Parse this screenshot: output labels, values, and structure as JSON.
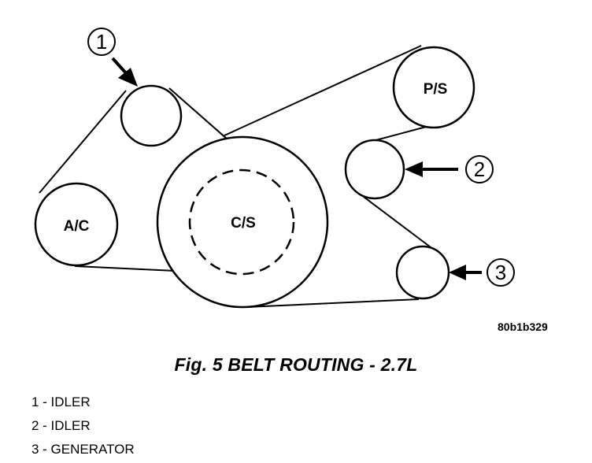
{
  "pulleys": {
    "ac": "A/C",
    "cs": "C/S",
    "ps": "P/S"
  },
  "callouts": {
    "c1": "1",
    "c2": "2",
    "c3": "3"
  },
  "image_code": "80b1b329",
  "caption": "Fig. 5 BELT ROUTING - 2.7L",
  "legend": [
    "1 - IDLER",
    "2 - IDLER",
    "3 - GENERATOR"
  ]
}
